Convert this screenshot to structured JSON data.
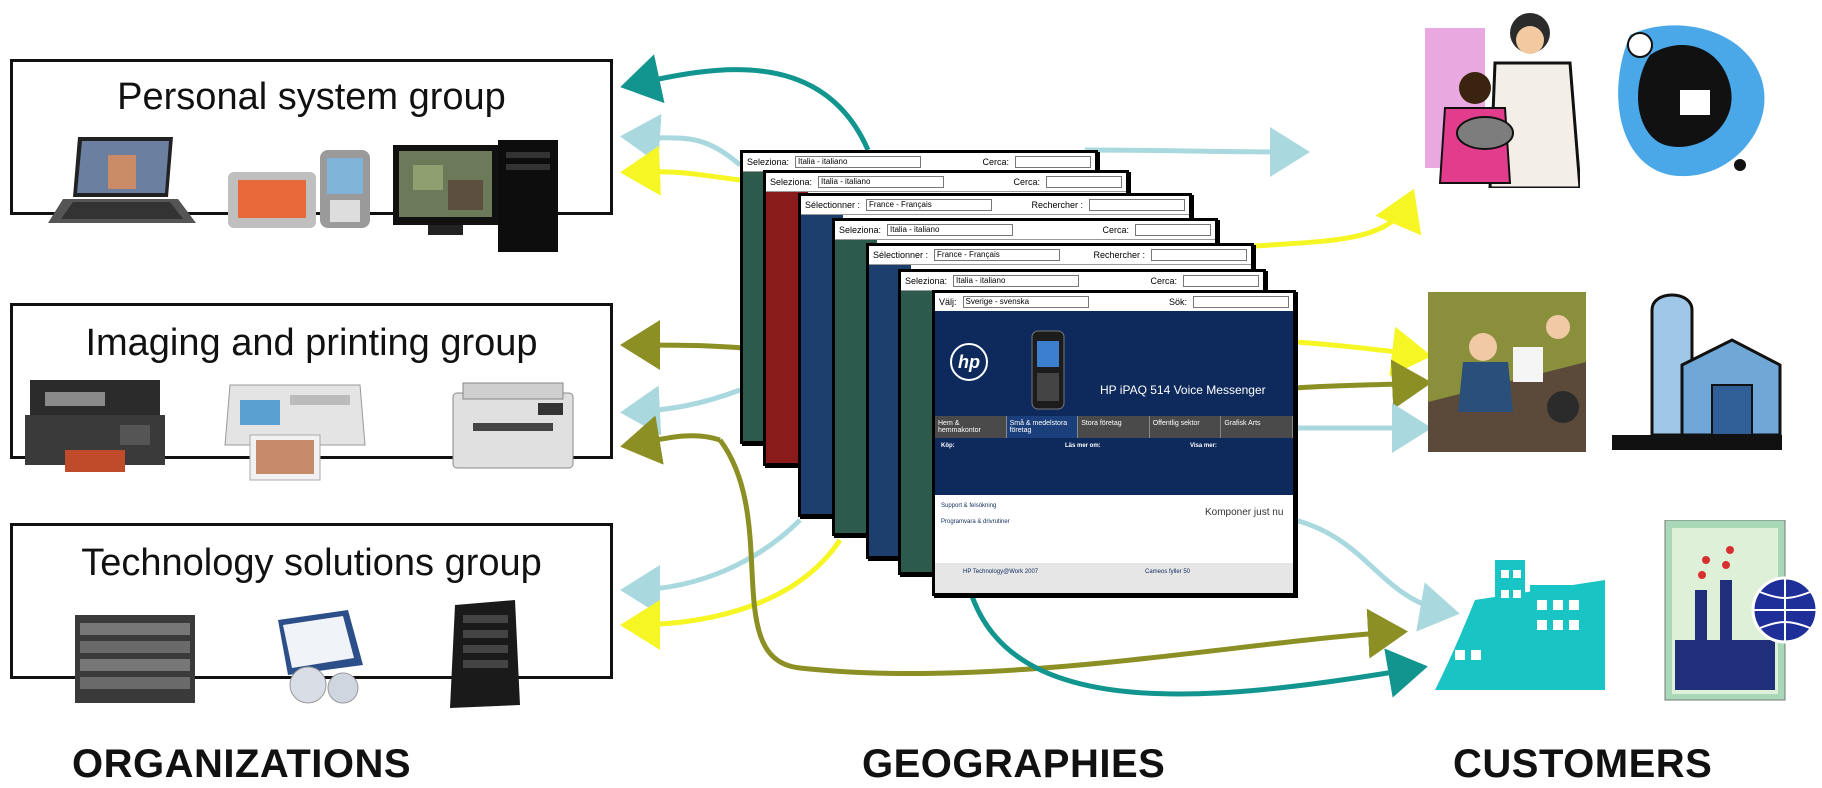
{
  "groups": [
    {
      "title": "Personal system group"
    },
    {
      "title": "Imaging and printing group"
    },
    {
      "title": "Technology solutions group"
    }
  ],
  "columns": {
    "organizations": "ORGANIZATIONS",
    "geographies": "GEOGRAPHIES",
    "customers": "CUSTOMERS"
  },
  "web_pages": [
    {
      "select_label": "Seleziona:",
      "select_value": "Italia - italiano",
      "search_label": "Cerca:"
    },
    {
      "select_label": "Seleziona:",
      "select_value": "Italia - italiano",
      "search_label": "Cerca:"
    },
    {
      "select_label": "Sélectionner :",
      "select_value": "France - Français",
      "search_label": "Rechercher :"
    },
    {
      "select_label": "Seleziona:",
      "select_value": "Italia - italiano",
      "search_label": "Cerca:"
    },
    {
      "select_label": "Sélectionner :",
      "select_value": "France - Français",
      "search_label": "Rechercher :"
    },
    {
      "select_label": "Seleziona:",
      "select_value": "Italia - italiano",
      "search_label": "Cerca:"
    }
  ],
  "front_page": {
    "select_label": "Välj:",
    "select_value": "Sverige - svenska",
    "search_label": "Sök:",
    "logo": "hp",
    "headline": "HP iPAQ 514 Voice Messenger",
    "tabs": [
      "Hem & hemmakontor",
      "Små & medelstora företag",
      "Stora företag",
      "Offentlig sektor",
      "Grafisk Arts"
    ],
    "nav_heads": [
      "Köp:",
      "Läs mer om:",
      "Visa mer:"
    ],
    "support": "Support & felsökning",
    "programs": "Programvara & drivrutiner",
    "promo": "Komponer just nu",
    "news_1": "HP Technology@Work 2007",
    "news_2": "Cameos fyller 50"
  },
  "colors": {
    "teal": "#13958f",
    "light_blue": "#a9d9df",
    "yellow": "#f6f625",
    "olive": "#8c8f24",
    "hp_navy": "#0e2a5c"
  }
}
